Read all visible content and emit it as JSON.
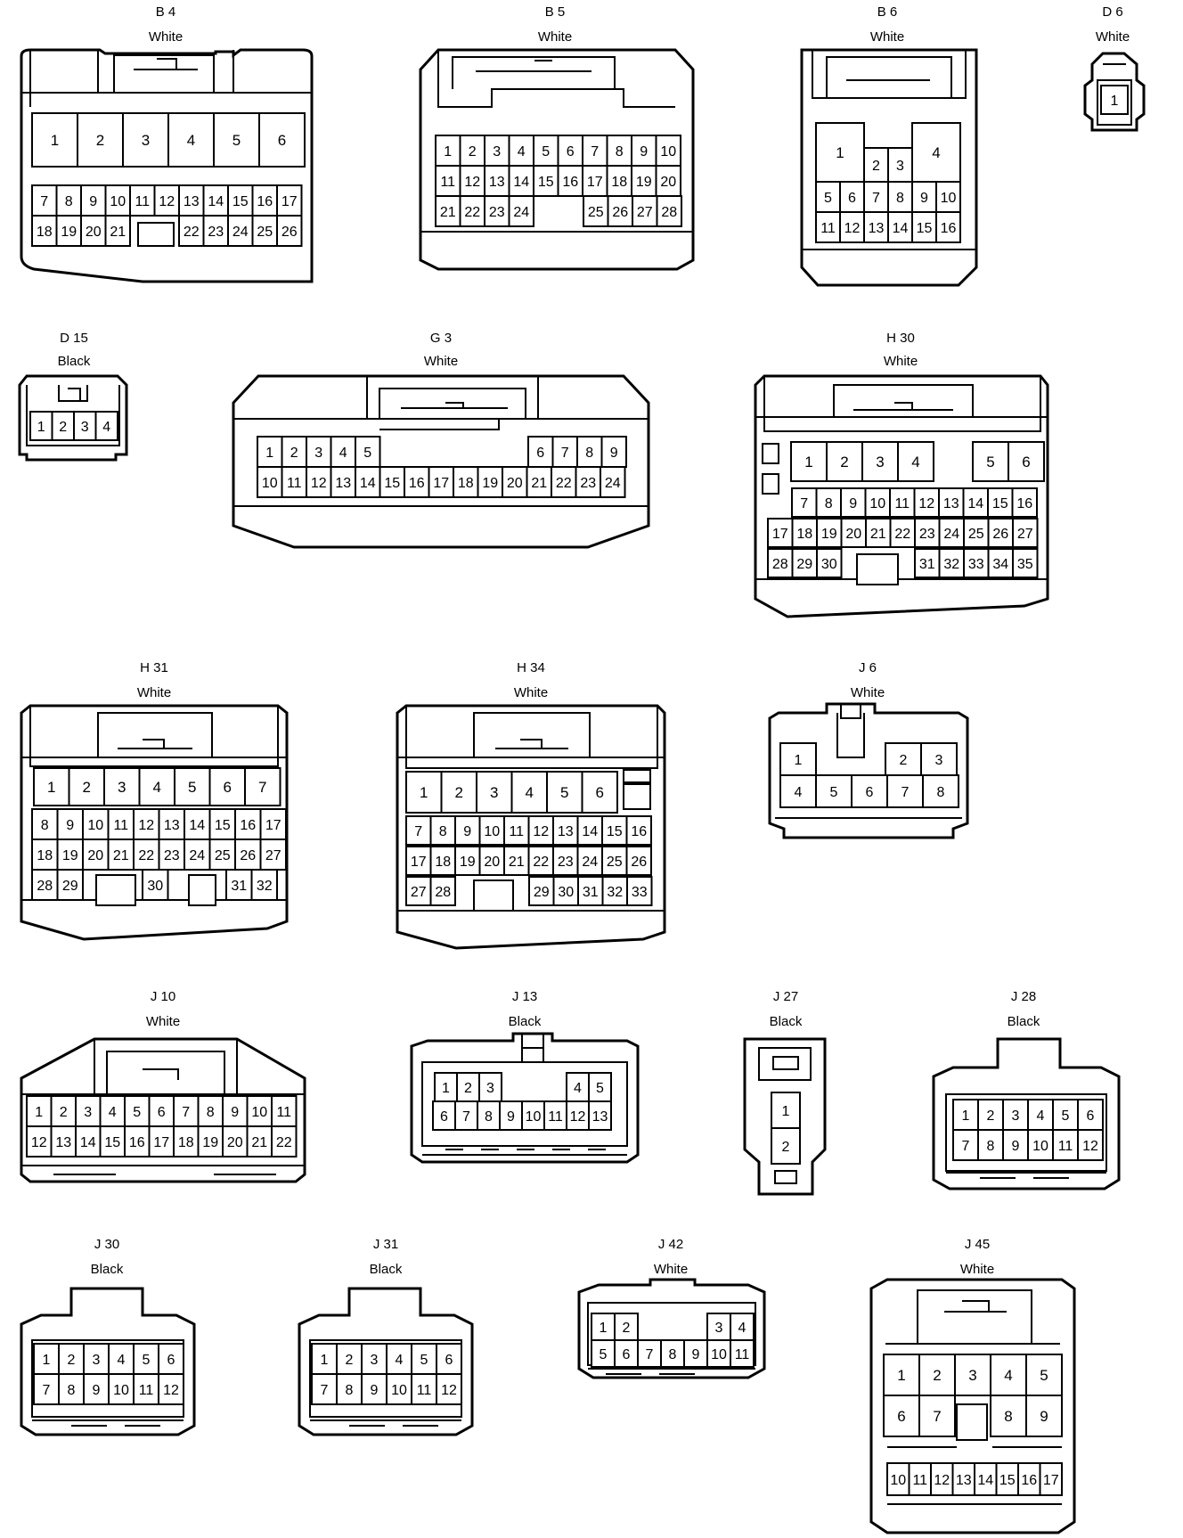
{
  "connectors": [
    {
      "id": "B4",
      "name": "B 4",
      "color": "White"
    },
    {
      "id": "B5",
      "name": "B 5",
      "color": "White"
    },
    {
      "id": "B6",
      "name": "B 6",
      "color": "White"
    },
    {
      "id": "D6",
      "name": "D 6",
      "color": "White"
    },
    {
      "id": "D15",
      "name": "D 15",
      "color": "Black"
    },
    {
      "id": "G3",
      "name": "G 3",
      "color": "White"
    },
    {
      "id": "H30",
      "name": "H 30",
      "color": "White"
    },
    {
      "id": "H31",
      "name": "H 31",
      "color": "White"
    },
    {
      "id": "H34",
      "name": "H 34",
      "color": "White"
    },
    {
      "id": "J6",
      "name": "J 6",
      "color": "White"
    },
    {
      "id": "J10",
      "name": "J 10",
      "color": "White"
    },
    {
      "id": "J13",
      "name": "J 13",
      "color": "Black"
    },
    {
      "id": "J27",
      "name": "J 27",
      "color": "Black"
    },
    {
      "id": "J28",
      "name": "J 28",
      "color": "Black"
    },
    {
      "id": "J30",
      "name": "J 30",
      "color": "Black"
    },
    {
      "id": "J31",
      "name": "J 31",
      "color": "Black"
    },
    {
      "id": "J42",
      "name": "J 42",
      "color": "White"
    },
    {
      "id": "J45",
      "name": "J 45",
      "color": "White"
    }
  ]
}
